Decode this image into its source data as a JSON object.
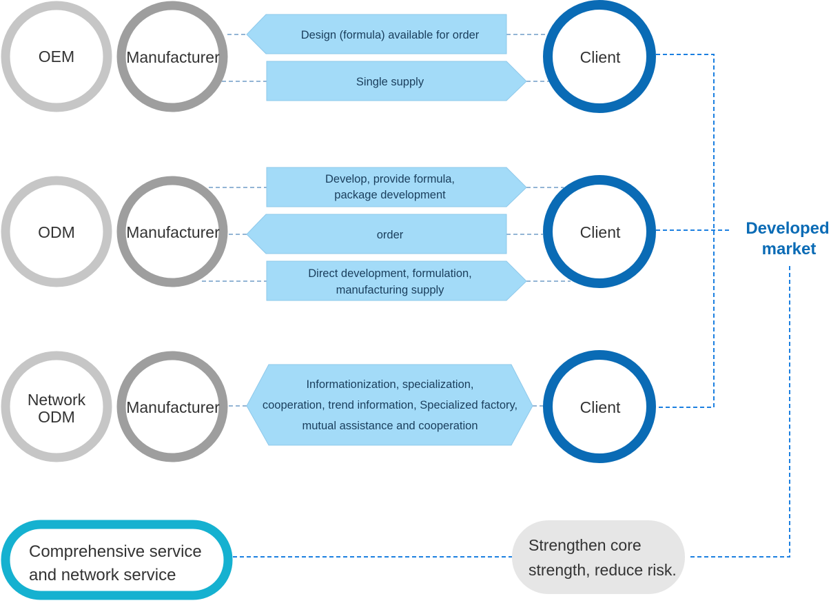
{
  "colors": {
    "type_circle": "#c6c6c6",
    "manufacturer_circle": "#9e9e9e",
    "client_circle": "#0a6bb5",
    "box_fill": "#a3dbf8",
    "box_text": "#1a3e5c",
    "market_text": "#0a6bb5",
    "service_pill": "#15b1d0",
    "strength_pill": "#e6e6e6",
    "connector": "#6e9cc6",
    "market_connector": "#1b7fe0"
  },
  "rows": [
    {
      "type_label": [
        "OEM"
      ],
      "manufacturer_label": "Manufacturer",
      "client_label": "Client",
      "flows": [
        {
          "direction": "to-manufacturer",
          "lines": [
            "Design (formula) available for order"
          ]
        },
        {
          "direction": "to-client",
          "lines": [
            "Single supply"
          ]
        }
      ]
    },
    {
      "type_label": [
        "ODM"
      ],
      "manufacturer_label": "Manufacturer",
      "client_label": "Client",
      "flows": [
        {
          "direction": "to-client",
          "lines": [
            "Develop, provide formula,",
            "package development"
          ]
        },
        {
          "direction": "to-manufacturer",
          "lines": [
            "order"
          ]
        },
        {
          "direction": "to-client",
          "lines": [
            "Direct development, formulation,",
            "manufacturing supply"
          ]
        }
      ]
    },
    {
      "type_label": [
        "Network",
        "ODM"
      ],
      "manufacturer_label": "Manufacturer",
      "client_label": "Client",
      "flows": [
        {
          "direction": "both",
          "lines": [
            "Informationization, specialization,",
            "cooperation, trend information, Specialized factory,",
            "mutual assistance and cooperation"
          ]
        }
      ]
    }
  ],
  "market": {
    "lines": [
      "Developed",
      "market"
    ]
  },
  "service": {
    "lines": [
      "Comprehensive service",
      "and network service"
    ]
  },
  "strength": {
    "lines": [
      "Strengthen core",
      "strength, reduce risk."
    ]
  }
}
